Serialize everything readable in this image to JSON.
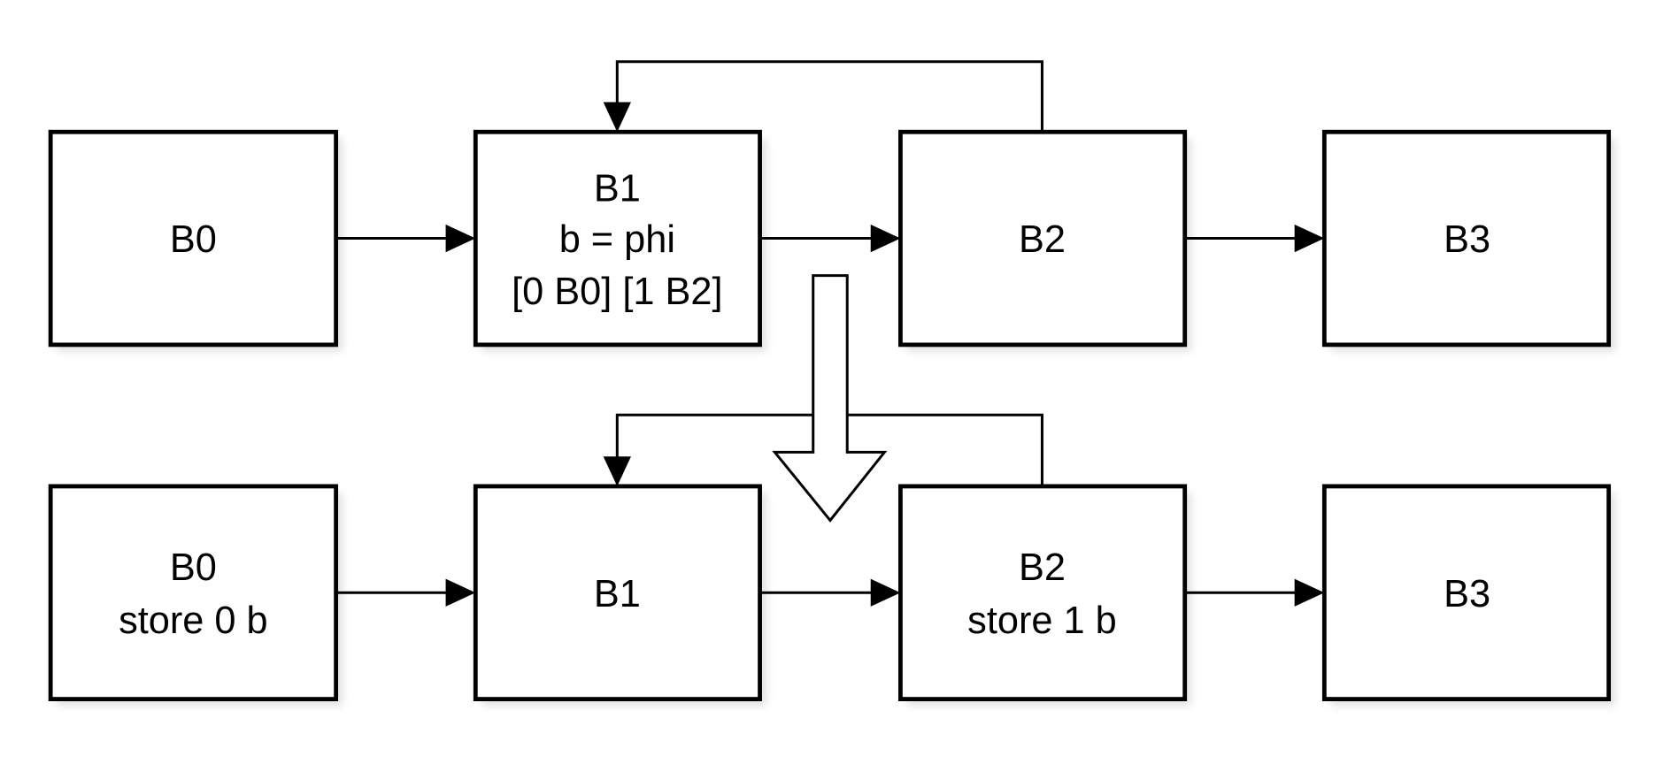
{
  "diagram": {
    "title": "Phi elimination: SSA phi replaced by stores",
    "top_row": {
      "b0": {
        "lines": [
          "B0"
        ]
      },
      "b1": {
        "lines": [
          "B1",
          "b = phi",
          "[0 B0] [1 B2]"
        ]
      },
      "b2": {
        "lines": [
          "B2"
        ]
      },
      "b3": {
        "lines": [
          "B3"
        ]
      }
    },
    "bottom_row": {
      "b0": {
        "lines": [
          "B0",
          "store 0 b"
        ]
      },
      "b1": {
        "lines": [
          "B1"
        ]
      },
      "b2": {
        "lines": [
          "B2",
          "store 1 b"
        ]
      },
      "b3": {
        "lines": [
          "B3"
        ]
      }
    },
    "edges": [
      {
        "from": "B0",
        "to": "B1"
      },
      {
        "from": "B1",
        "to": "B2"
      },
      {
        "from": "B2",
        "to": "B3"
      },
      {
        "from": "B2",
        "to": "B1",
        "kind": "back-edge"
      }
    ],
    "transform_arrow": "down"
  }
}
